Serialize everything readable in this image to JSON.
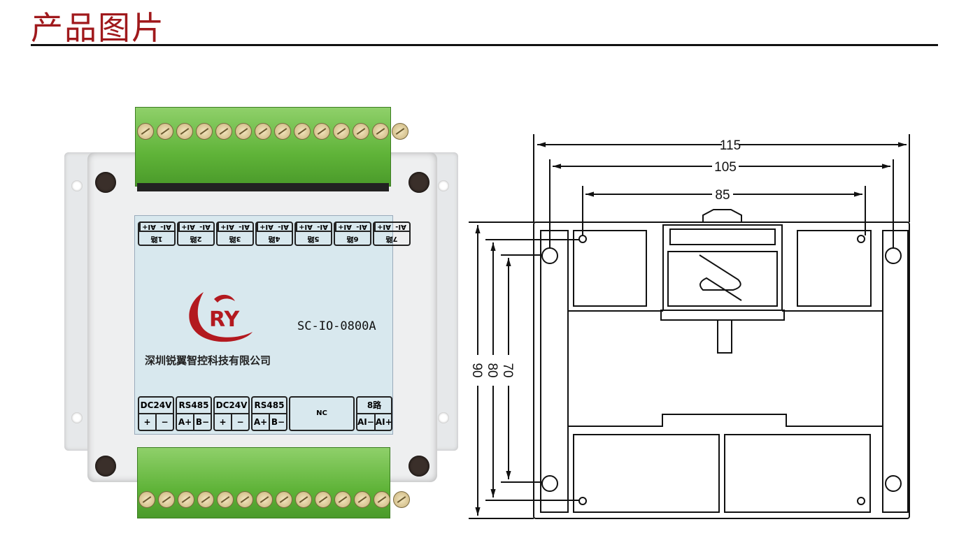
{
  "header": {
    "title": "产品图片"
  },
  "product": {
    "model": "SC-IO-0800A",
    "company": "深圳锐翼智控科技有限公司",
    "logo_text": "RY",
    "top_channels": [
      {
        "pins": [
          "AI+",
          "AI-"
        ],
        "label": "1路"
      },
      {
        "pins": [
          "AI+",
          "AI-"
        ],
        "label": "2路"
      },
      {
        "pins": [
          "AI+",
          "AI-"
        ],
        "label": "3路"
      },
      {
        "pins": [
          "AI+",
          "AI-"
        ],
        "label": "4路"
      },
      {
        "pins": [
          "AI+",
          "AI-"
        ],
        "label": "5路"
      },
      {
        "pins": [
          "AI+",
          "AI-"
        ],
        "label": "6路"
      },
      {
        "pins": [
          "AI+",
          "AI-"
        ],
        "label": "7路"
      }
    ],
    "bottom_groups": [
      {
        "label": "DC24V",
        "pins": [
          "+",
          "−"
        ]
      },
      {
        "label": "RS485",
        "pins": [
          "A+",
          "B−"
        ]
      },
      {
        "label": "DC24V",
        "pins": [
          "+",
          "−"
        ]
      },
      {
        "label": "RS485",
        "pins": [
          "A+",
          "B−"
        ]
      },
      {
        "label": "NC",
        "pins": []
      },
      {
        "label": "8路",
        "pins": [
          "AI−",
          "AI+"
        ]
      }
    ],
    "colors": {
      "logo": "#b3191f",
      "terminal": "#5fb338",
      "label_bg": "#d8e8ee"
    }
  },
  "drawing": {
    "width_dims": [
      "115",
      "105",
      "85"
    ],
    "height_dims": [
      "90",
      "80",
      "70"
    ]
  }
}
